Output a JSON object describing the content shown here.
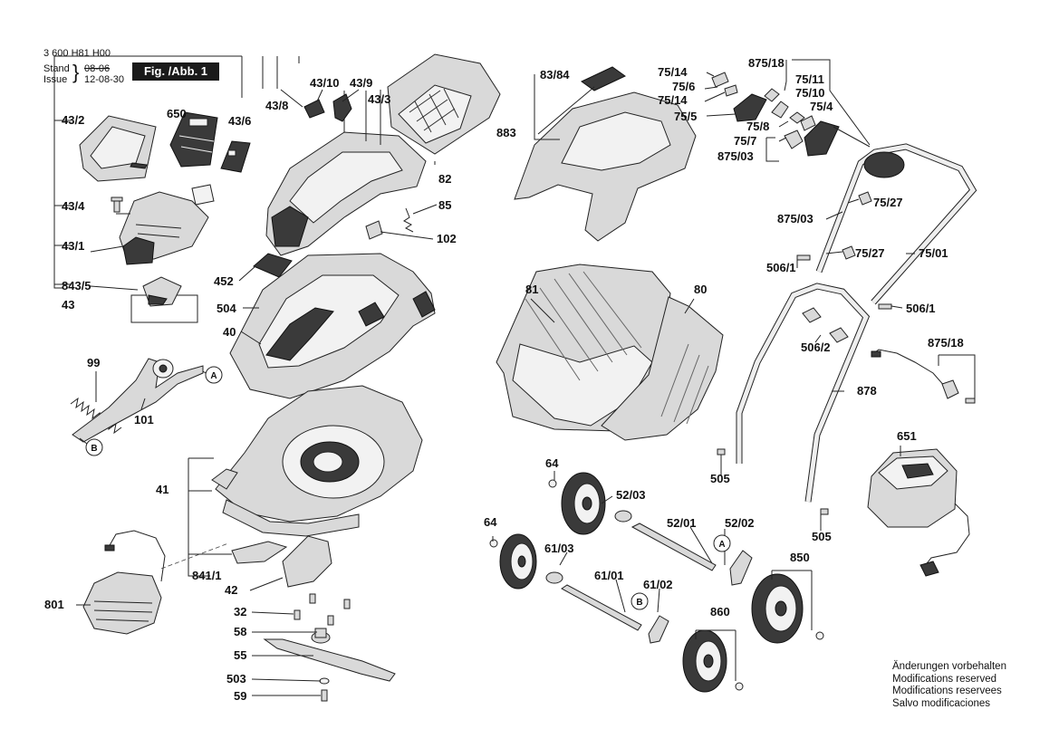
{
  "header": {
    "doc_number": "3 600 H81 H00",
    "stand_label": "Stand",
    "issue_label": "Issue",
    "stand_date": "08-06",
    "issue_date": "12-08-30",
    "figure_label": "Fig. /Abb. 1"
  },
  "markers": {
    "a": "A",
    "b": "B"
  },
  "labels": {
    "p43_2": "43/2",
    "p650": "650",
    "p43_6": "43/6",
    "p43_4": "43/4",
    "p43_1": "43/1",
    "p843_5": "843/5",
    "p43": "43",
    "p43_8": "43/8",
    "p43_10": "43/10",
    "p43_9": "43/9",
    "p43_3": "43/3",
    "p82": "82",
    "p85": "85",
    "p102": "102",
    "p452": "452",
    "p504": "504",
    "p40": "40",
    "p99": "99",
    "p101": "101",
    "p41": "41",
    "p841_1": "841/1",
    "p801": "801",
    "p42": "42",
    "p32": "32",
    "p58": "58",
    "p55": "55",
    "p503": "503",
    "p59": "59",
    "p83_84": "83/84",
    "p883": "883",
    "p81": "81",
    "p80": "80",
    "p64a": "64",
    "p52_03": "52/03",
    "p64b": "64",
    "p52_01": "52/01",
    "p52_02": "52/02",
    "p61_03": "61/03",
    "p61_01": "61/01",
    "p61_02": "61/02",
    "p860": "860",
    "p850": "850",
    "p75_14a": "75/14",
    "p75_6": "75/6",
    "p75_14b": "75/14",
    "p75_5": "75/5",
    "p875_18a": "875/18",
    "p75_11": "75/11",
    "p75_10": "75/10",
    "p75_4": "75/4",
    "p75_8": "75/8",
    "p75_7": "75/7",
    "p875_03a": "875/03",
    "p75_27a": "75/27",
    "p875_03b": "875/03",
    "p75_27b": "75/27",
    "p75_01": "75/01",
    "p506_1a": "506/1",
    "p506_1b": "506/1",
    "p506_2": "506/2",
    "p875_18b": "875/18",
    "p878": "878",
    "p505a": "505",
    "p505b": "505",
    "p651": "651"
  },
  "notice": {
    "de": "Änderungen vorbehalten",
    "en": "Modifications reserved",
    "fr": "Modifications reservees",
    "es": "Salvo modificaciones"
  }
}
